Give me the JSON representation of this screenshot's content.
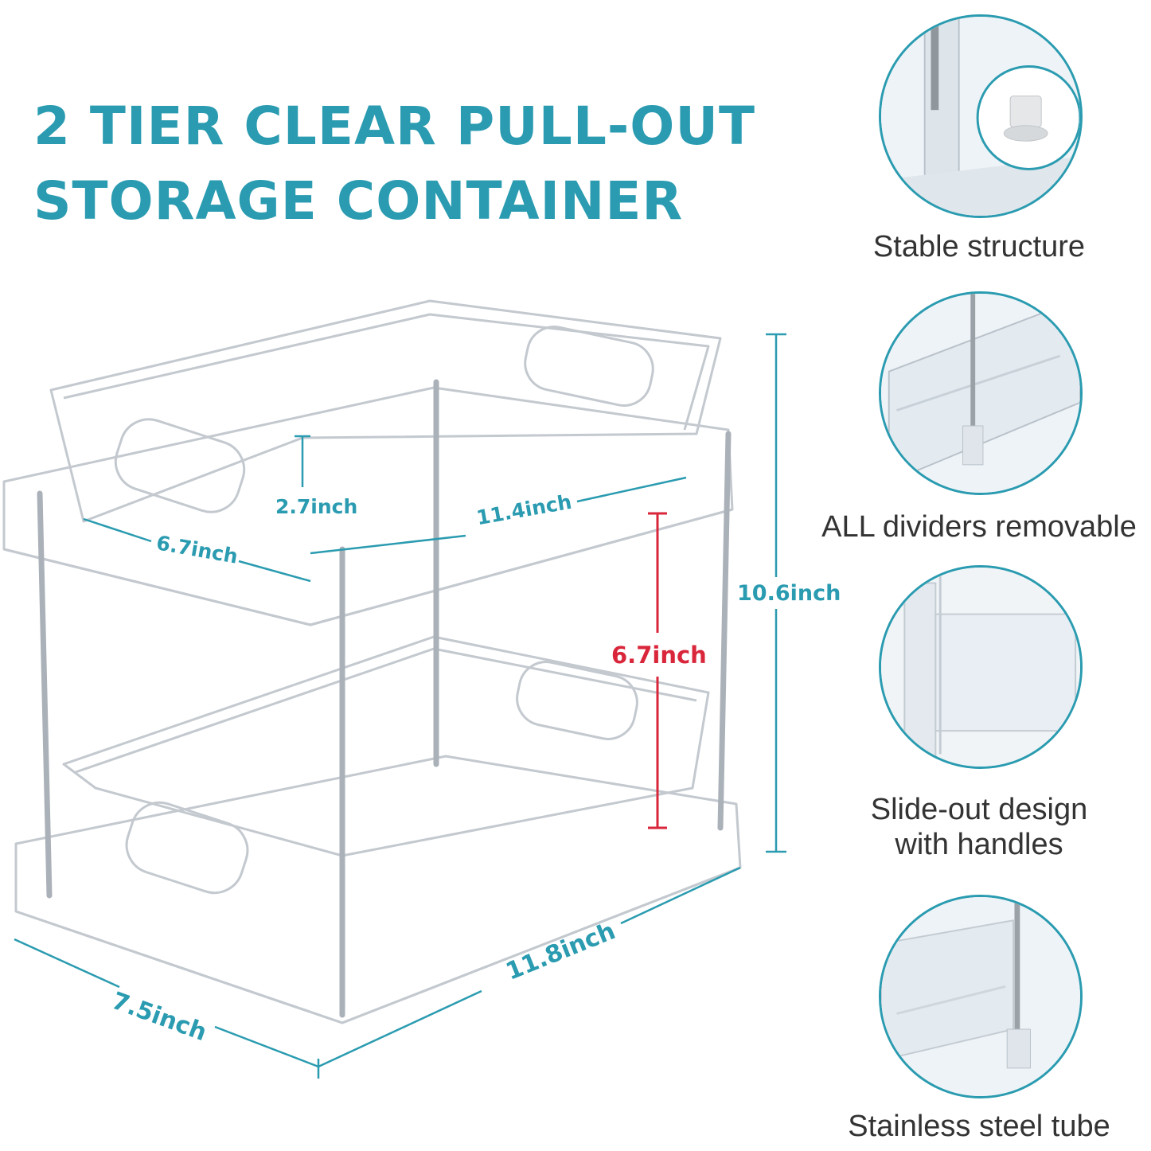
{
  "title": {
    "line1": "2 TIER CLEAR PULL-OUT",
    "line2": "STORAGE CONTAINER"
  },
  "colors": {
    "accent": "#2a9bb0",
    "highlight": "#d9263b"
  },
  "dimensions": {
    "depth_inner": "2.7inch",
    "width_inner": "11.4inch",
    "length_inner": "6.7inch",
    "total_height": "10.6inch",
    "tier_gap": "6.7inch",
    "base_length": "11.8inch",
    "base_width": "7.5inch"
  },
  "features": [
    {
      "label": "Stable structure",
      "icon": "foot-pad-icon"
    },
    {
      "label": "ALL dividers removable",
      "icon": "divider-icon"
    },
    {
      "label": "Slide-out design\nwith handles",
      "icon": "handle-icon"
    },
    {
      "label": "Stainless steel tube",
      "icon": "steel-tube-icon"
    }
  ]
}
